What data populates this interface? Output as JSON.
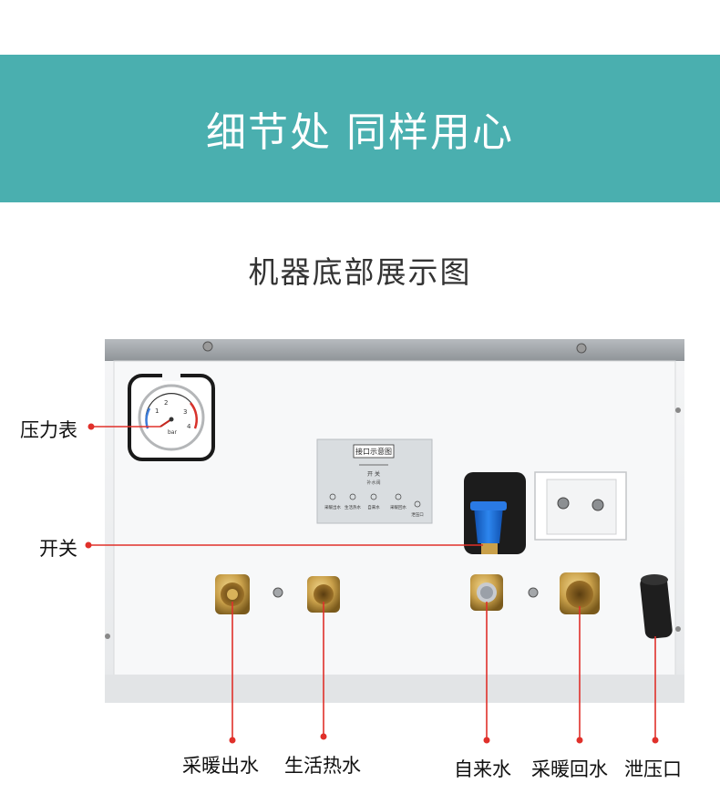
{
  "banner": {
    "title": "细节处 同样用心",
    "color": "#4aafaf"
  },
  "section": {
    "subtitle": "机器底部展示图"
  },
  "pressure_gauge": {
    "unit": "bar",
    "ticks": [
      "1",
      "2",
      "3",
      "4"
    ]
  },
  "interface_panel": {
    "title": "接口示意图",
    "switch_text": "开   关",
    "valve_text": "补水阀",
    "items": [
      "采暖出水",
      "生活热水",
      "自来水",
      "采暖回水",
      "泄压口"
    ]
  },
  "callouts": {
    "pressure_gauge": "压力表",
    "switch": "开关",
    "heating_out": "采暖出水",
    "domestic_hot_water": "生活热水",
    "tap_water": "自来水",
    "heating_return": "采暖回水",
    "pressure_relief": "泄压口"
  },
  "colors": {
    "callout_line": "#e0302a",
    "valve_handle": "#1d6fd6",
    "brass": "#c9a04a"
  }
}
